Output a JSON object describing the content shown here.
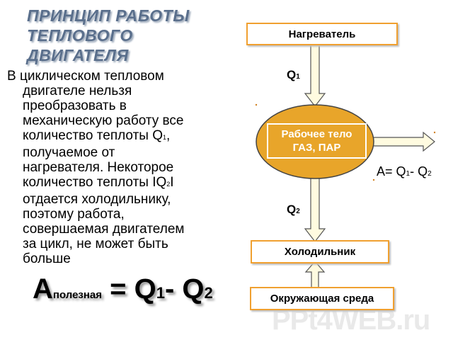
{
  "title": {
    "lines": [
      "ПРИНЦИП РАБОТЫ",
      "ТЕПЛОВОГО",
      "ДВИГАТЕЛЯ"
    ]
  },
  "body": {
    "line1": "В циклическом тепловом",
    "line2": "двигателе нельзя",
    "line3": "преобразовать в",
    "line4": "механическую работу все",
    "line5_pre": "количество теплоты Q",
    "line5_sub": "1",
    "line5_post": ",",
    "line6": "получаемое от",
    "line7": "нагревателя. Некоторое",
    "line8_pre": "количество теплоты IQ",
    "line8_sub": "2",
    "line8_post": "I",
    "line9": "отдается холодильнику,",
    "line10": "поэтому работа,",
    "line11": "совершаемая двигателем",
    "line12": "за цикл, не может быть",
    "line13": "больше"
  },
  "formula": {
    "a": "A",
    "a_sub": "полезная",
    "eq": " = Q",
    "q1_sub": "1",
    "minus": "- Q",
    "q2_sub": "2"
  },
  "diagram": {
    "heater": "Нагреватель",
    "working_body_line1": "Рабочее тело",
    "working_body_line2": "ГАЗ, ПАР",
    "cooler": "Холодильник",
    "environment": "Окружающая среда",
    "q1": "Q",
    "q1_sub": "1",
    "q2": "Q",
    "q2_sub": "2",
    "work_pre": "A= Q",
    "work_sub1": "1",
    "work_mid": "- Q",
    "work_sub2": "2"
  },
  "watermark": "PPt4WEB.ru",
  "colors": {
    "title": "#5a6f8c",
    "accent_orange": "#e8a52a",
    "box_border": "#f0a030",
    "arrow_fill": "#fffbe0"
  }
}
